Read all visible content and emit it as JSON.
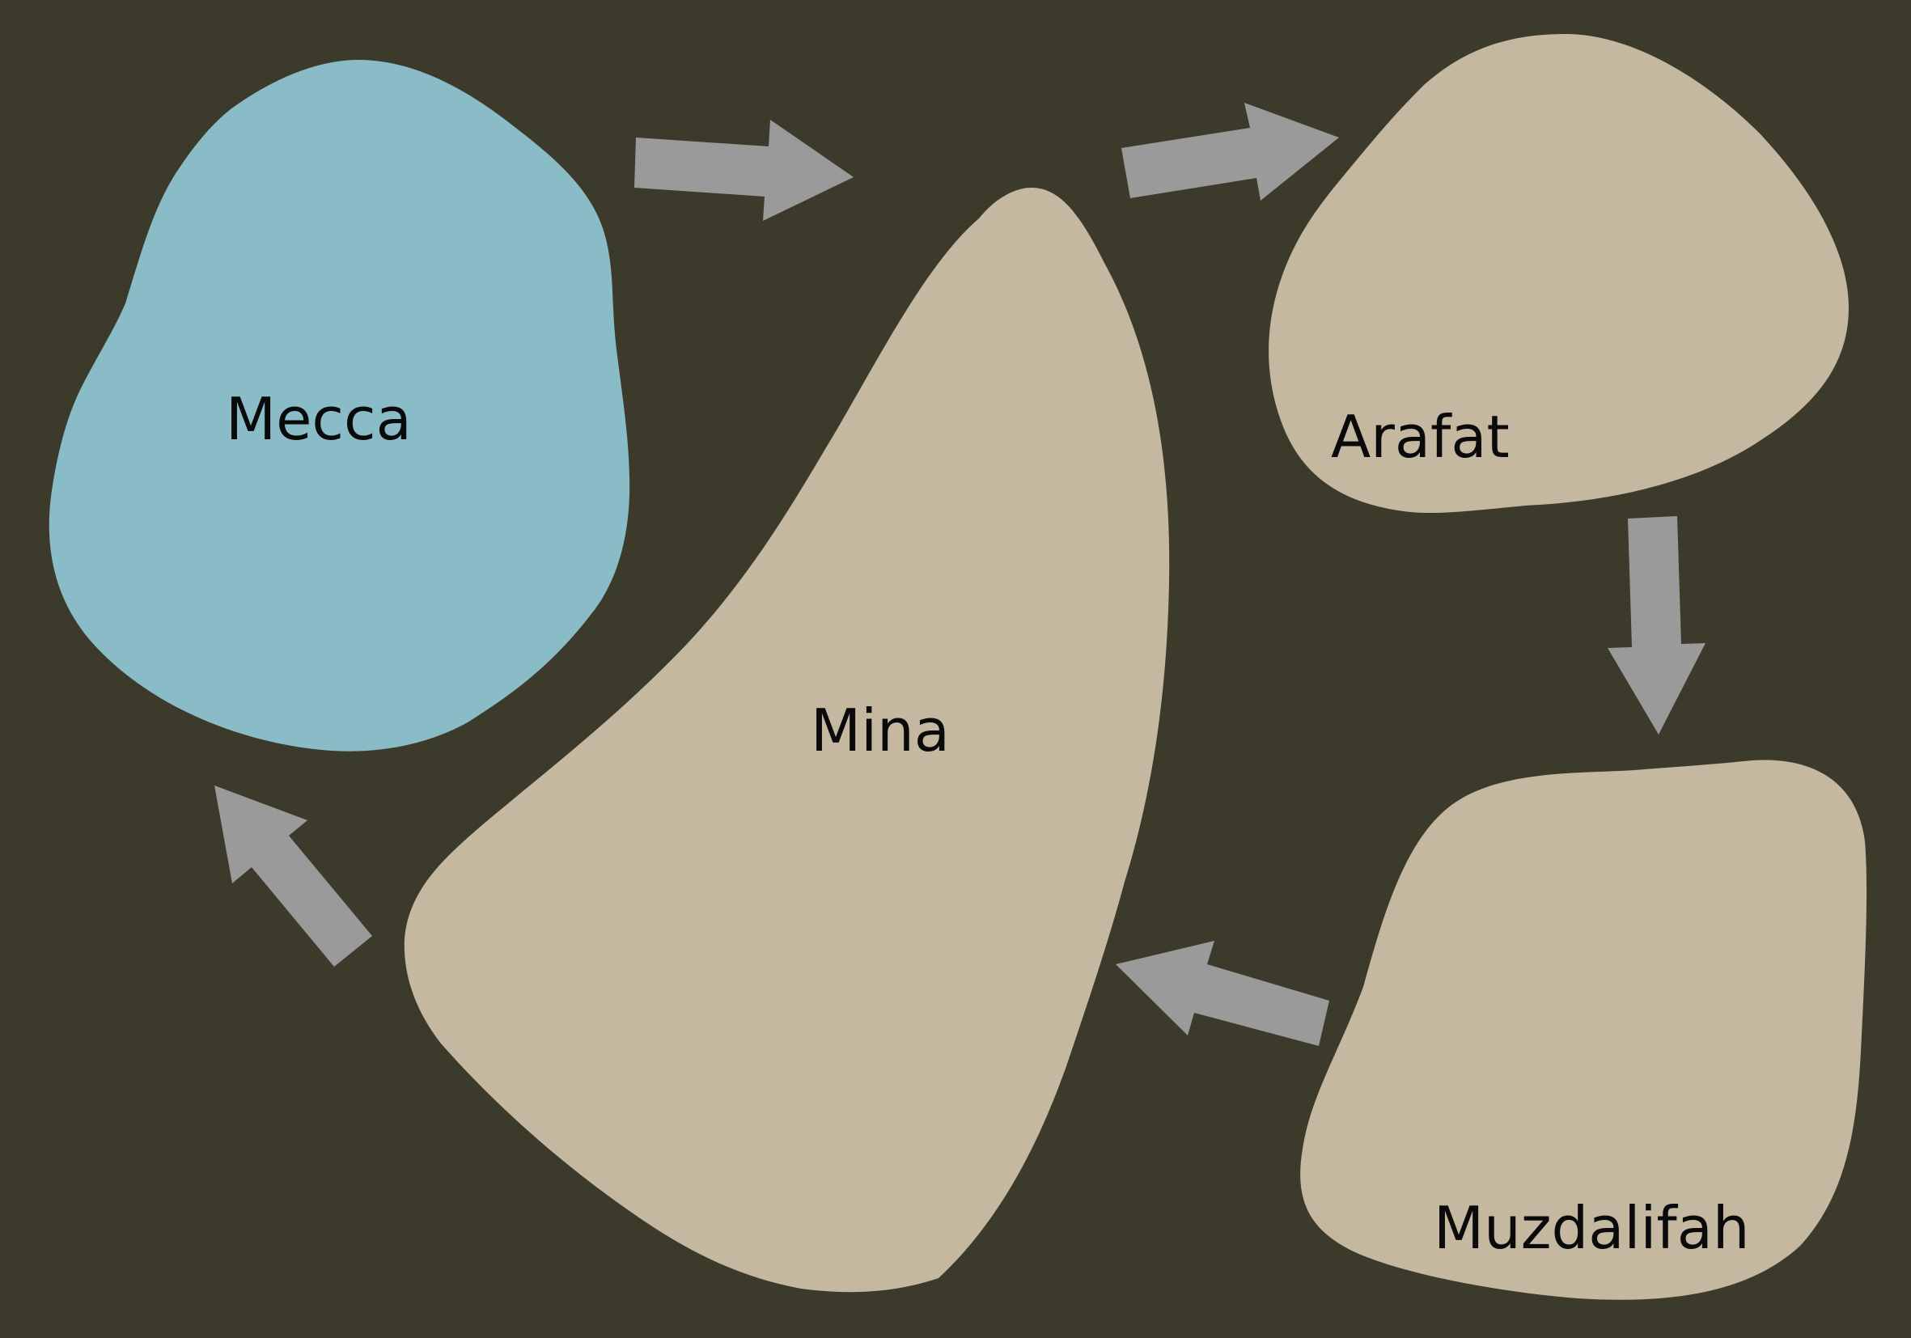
{
  "colors": {
    "background": "#3c3a2a",
    "mecca": "#8abcc8",
    "region": "#c4b8a0",
    "arrow": "#9a9a9a",
    "label": "#0a0a0a"
  },
  "regions": {
    "mecca": {
      "label": "Mecca"
    },
    "mina": {
      "label": "Mina"
    },
    "arafat": {
      "label": "Arafat"
    },
    "muzdalifah": {
      "label": "Muzdalifah"
    }
  },
  "flow": [
    "Mecca",
    "Mina",
    "Arafat",
    "Muzdalifah",
    "Mina",
    "Mecca"
  ]
}
